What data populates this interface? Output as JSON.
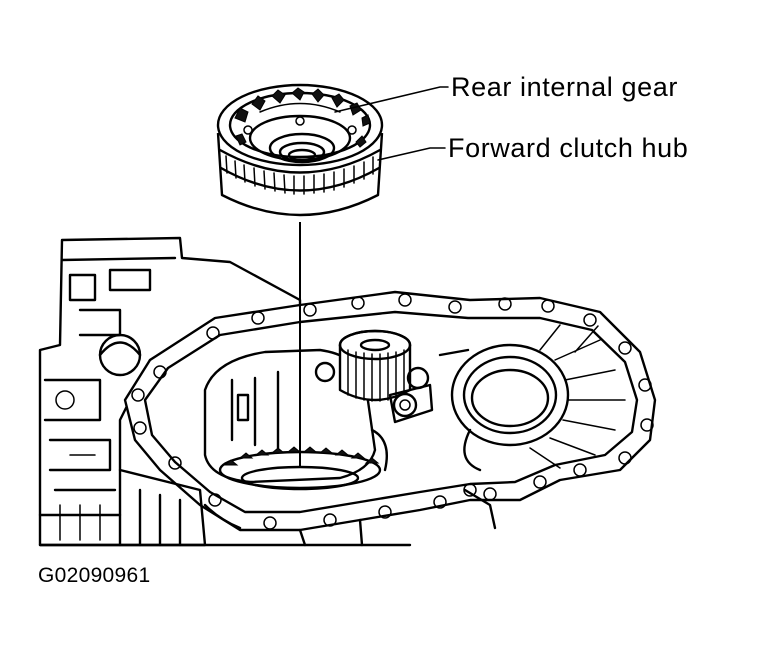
{
  "labels": {
    "rear_internal_gear": "Rear internal gear",
    "forward_clutch_hub": "Forward clutch hub"
  },
  "figure_id": "G02090961"
}
